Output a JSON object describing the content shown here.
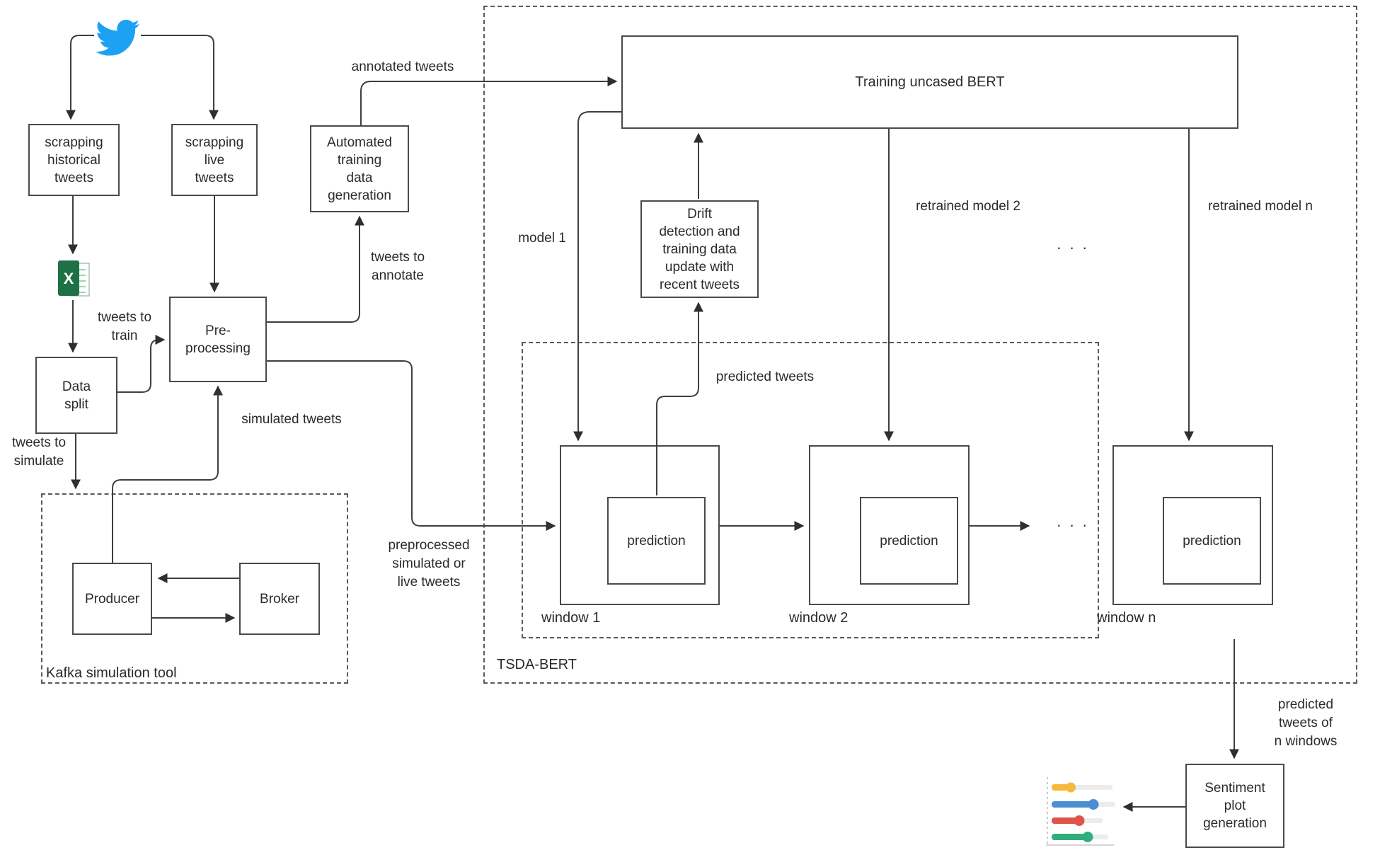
{
  "nodes": {
    "scraping_historical": {
      "label": "scrapping\nhistorical\ntweets"
    },
    "scraping_live": {
      "label": "scrapping\nlive\ntweets"
    },
    "automated_training": {
      "label": "Automated\ntraining\ndata\ngeneration"
    },
    "preprocessing": {
      "label": "Pre-\nprocessing"
    },
    "data_split": {
      "label": "Data\nsplit"
    },
    "producer": {
      "label": "Producer"
    },
    "broker": {
      "label": "Broker"
    },
    "training_bert": {
      "label": "Training uncased BERT"
    },
    "drift_detection": {
      "label": "Drift\ndetection and\ntraining data\nupdate with\nrecent tweets"
    },
    "prediction_1": {
      "label": "prediction"
    },
    "prediction_2": {
      "label": "prediction"
    },
    "prediction_n": {
      "label": "prediction"
    },
    "sentiment_plot": {
      "label": "Sentiment\nplot\ngeneration"
    }
  },
  "containers": {
    "kafka": {
      "label": "Kafka simulation tool"
    },
    "tsda": {
      "label": "TSDA-BERT"
    }
  },
  "edge_labels": {
    "annotated_tweets": "annotated tweets",
    "tweets_to_annotate": "tweets to\nannotate",
    "tweets_to_train": "tweets to\ntrain",
    "tweets_to_simulate": "tweets to\nsimulate",
    "simulated_tweets": "simulated tweets",
    "preprocessed": "preprocessed\nsimulated or\nlive tweets",
    "model_1": "model 1",
    "retrained_model_2": "retrained model 2",
    "retrained_model_n": "retrained model n",
    "predicted_tweets": "predicted tweets",
    "predicted_tweets_n": "predicted tweets of\nn windows",
    "window_1": "window 1",
    "window_2": "window 2",
    "window_n": "window n",
    "ellipsis_models": ". . .",
    "ellipsis_windows": ". . ."
  },
  "icons": {
    "twitter": "twitter-bird-icon",
    "excel": "excel-file-icon",
    "excel_glyph": "X",
    "sentiment_chart": "sentiment-chart-icon"
  },
  "colors": {
    "twitter_blue": "#1DA1F2",
    "excel_green": "#1E7145",
    "excel_grid_green": "#9FD3B2",
    "chart_yellow": "#F6B93B",
    "chart_blue": "#4A8FD3",
    "chart_red": "#E0534A",
    "chart_green": "#2EAF7D",
    "line": "#3F3F3F"
  }
}
